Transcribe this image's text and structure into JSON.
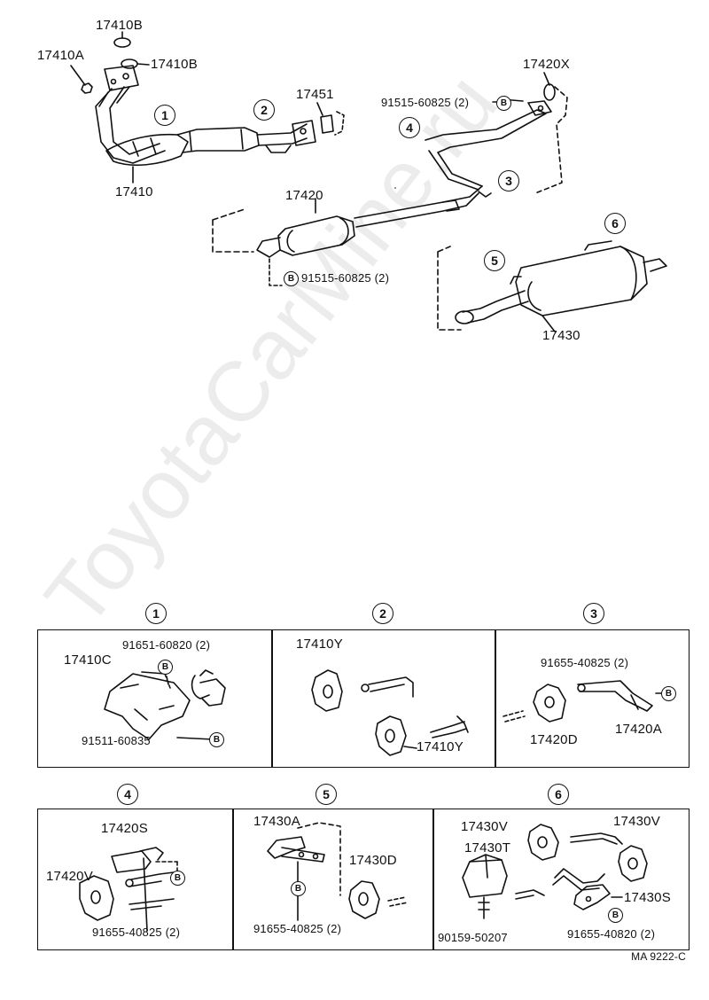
{
  "watermark": "ToyotaCarMine.ru",
  "doc_ref": "MA 9222-C",
  "bolt_mark": "B",
  "top_labels": {
    "p17410B_a": "17410B",
    "p17410A": "17410A",
    "p17410B_b": "17410B",
    "p17410": "17410",
    "p17451": "17451",
    "p17420": "17420",
    "p17420X": "17420X",
    "bolt_upper": "91515-60825 (2)",
    "bolt_lower": "91515-60825 (2)",
    "p17430": "17430"
  },
  "callouts": [
    "1",
    "2",
    "3",
    "4",
    "5",
    "6"
  ],
  "panels": {
    "p1": {
      "num": "1",
      "part_a": "17410C",
      "bolt_a": "91651-60820 (2)",
      "bolt_b": "91511-60835"
    },
    "p2": {
      "num": "2",
      "part_a": "17410Y",
      "part_b": "17410Y"
    },
    "p3": {
      "num": "3",
      "bolt_a": "91655-40825 (2)",
      "part_a": "17420D",
      "part_b": "17420A"
    },
    "p4": {
      "num": "4",
      "part_a": "17420S",
      "part_b": "17420V",
      "bolt_a": "91655-40825 (2)"
    },
    "p5": {
      "num": "5",
      "part_a": "17430A",
      "part_b": "17430D",
      "bolt_a": "91655-40825 (2)"
    },
    "p6": {
      "num": "6",
      "part_a": "17430V",
      "part_b": "17430V",
      "part_c": "17430T",
      "part_d": "17430S",
      "bolt_a": "90159-50207",
      "bolt_b": "91655-40820 (2)"
    }
  }
}
